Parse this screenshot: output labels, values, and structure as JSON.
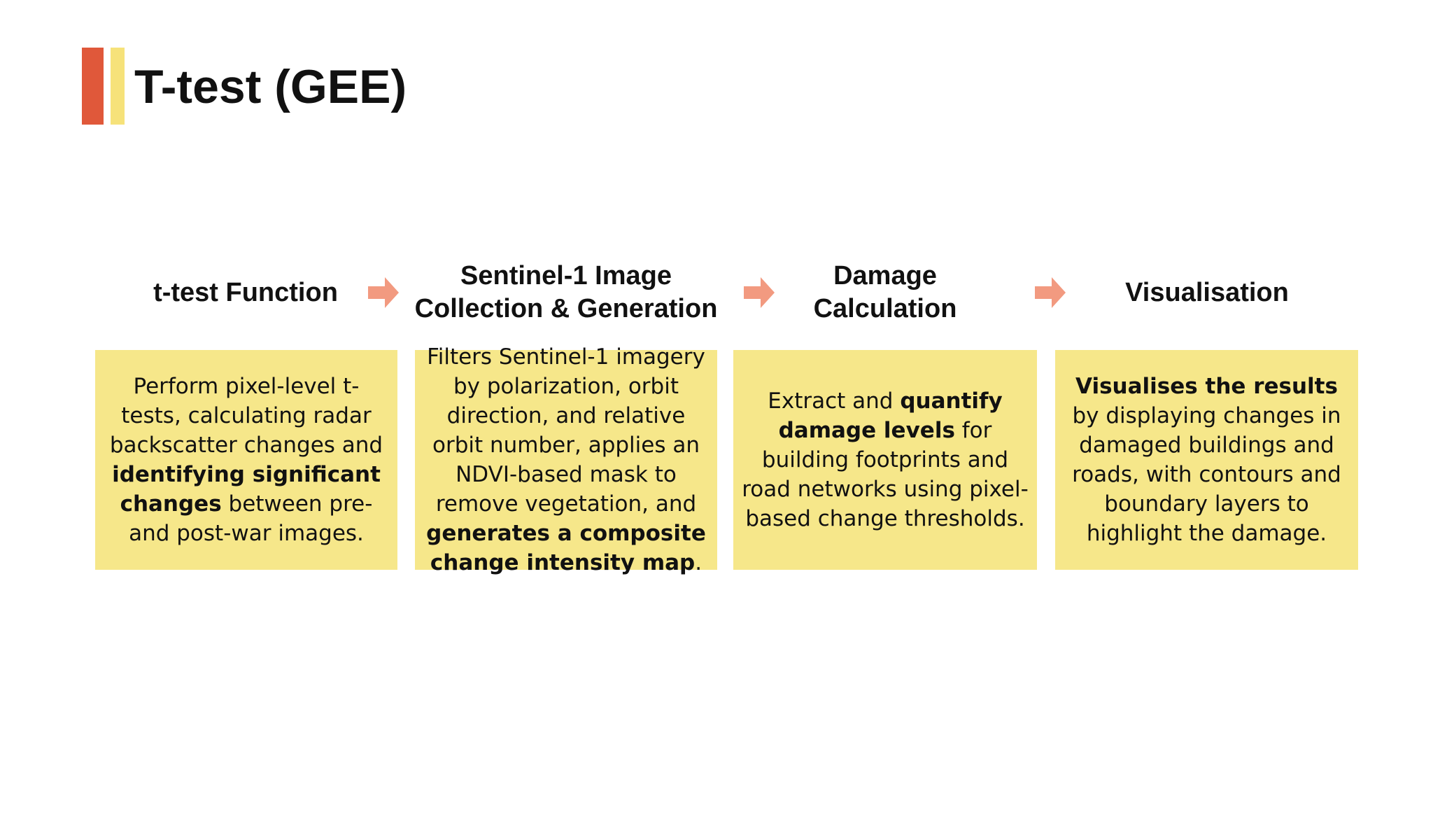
{
  "slide": {
    "title": "T-test (GEE)"
  },
  "colors": {
    "accent_red": "#e0583a",
    "accent_yellow": "#f6e27a",
    "box_fill": "#f6e78a",
    "arrow": "#f29a80"
  },
  "steps": [
    {
      "heading": [
        "t-test Function"
      ],
      "body": [
        {
          "text": "Perform pixel-level t-tests, calculating radar backscatter changes and ",
          "bold": false
        },
        {
          "text": "identifying significant changes",
          "bold": true
        },
        {
          "text": " between pre- and post-war images.",
          "bold": false
        }
      ]
    },
    {
      "heading": [
        "Sentinel-1 Image",
        "Collection & Generation"
      ],
      "body": [
        {
          "text": "Filters Sentinel-1 imagery by polarization, orbit direction, and relative orbit number, applies an NDVI-based mask to remove vegetation, and ",
          "bold": false
        },
        {
          "text": "generates a composite change intensity map",
          "bold": true
        },
        {
          "text": ".",
          "bold": false
        }
      ]
    },
    {
      "heading": [
        "Damage",
        "Calculation"
      ],
      "body": [
        {
          "text": "Extract and ",
          "bold": false
        },
        {
          "text": "quantify damage levels",
          "bold": true
        },
        {
          "text": " for building footprints and road networks using pixel-based change thresholds.",
          "bold": false
        }
      ]
    },
    {
      "heading": [
        "Visualisation"
      ],
      "body": [
        {
          "text": "Visualises the results",
          "bold": true
        },
        {
          "text": " by displaying changes in damaged buildings and roads, with contours and boundary layers to highlight the damage.",
          "bold": false
        }
      ]
    }
  ],
  "arrows": [
    "right-arrow-icon",
    "right-arrow-icon",
    "right-arrow-icon"
  ]
}
